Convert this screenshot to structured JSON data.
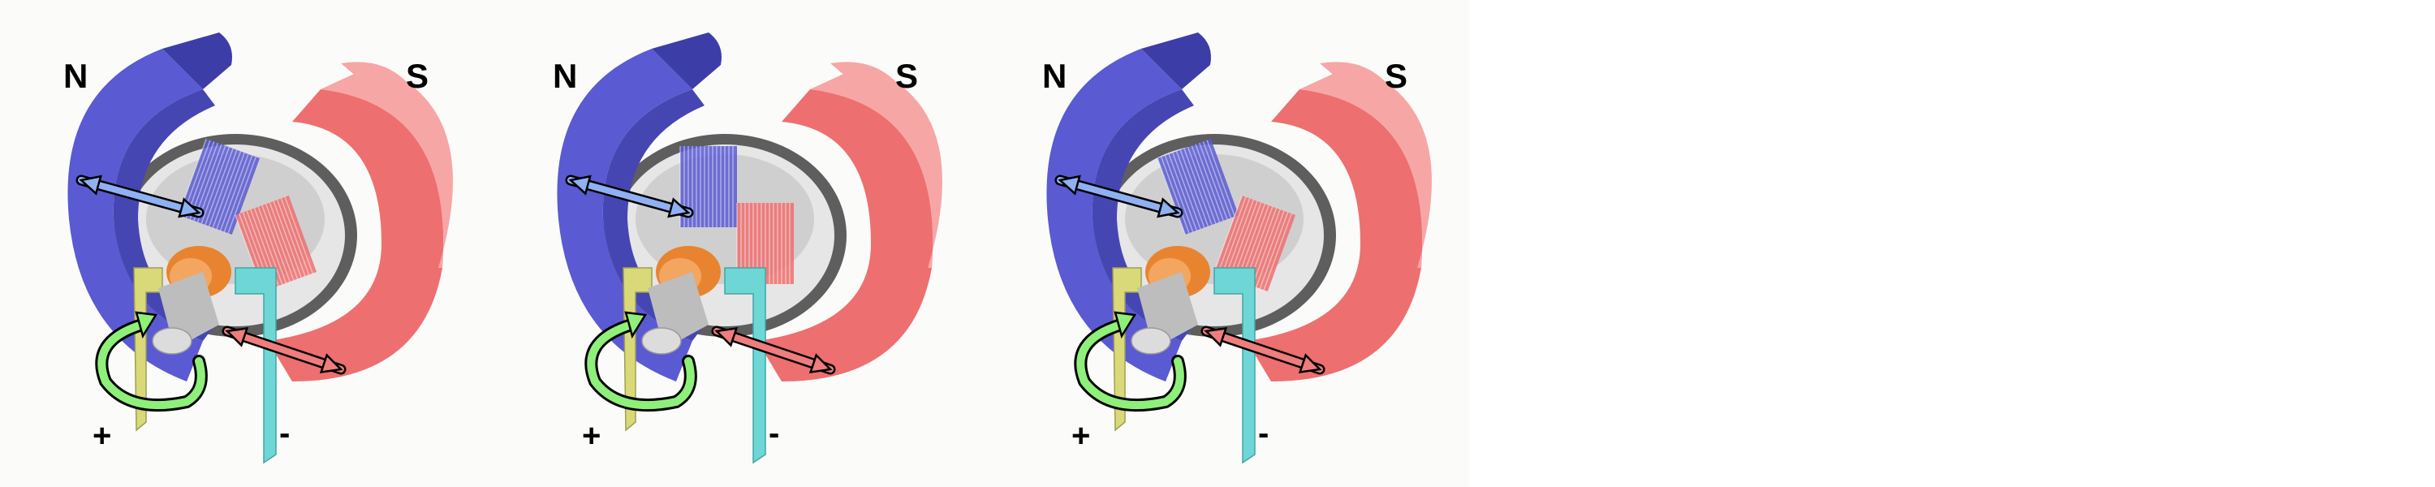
{
  "frames": [
    {
      "north_label": "N",
      "south_label": "S",
      "plus_label": "+",
      "minus_label": "-",
      "coil_angle_deg": 20
    },
    {
      "north_label": "N",
      "south_label": "S",
      "plus_label": "+",
      "minus_label": "-",
      "coil_angle_deg": 0
    },
    {
      "north_label": "N",
      "south_label": "S",
      "plus_label": "+",
      "minus_label": "-",
      "coil_angle_deg": -20
    }
  ],
  "colors": {
    "north_magnet": "#5a5ad2",
    "north_magnet_dark": "#3d3da8",
    "south_magnet": "#ee6f6f",
    "south_magnet_light": "#f7a6a6",
    "commutator": "#e8842f",
    "plus_brush": "#d9d97a",
    "minus_brush": "#6fd6d6",
    "arrow_blue": "#8fb0f2",
    "arrow_red": "#ef7d7d",
    "arrow_green": "#8ef07a",
    "armature_gray": "#cfcfcf"
  },
  "icons": {
    "field_arrow_north": "double-arrow-icon",
    "field_arrow_south": "double-arrow-icon",
    "rotation": "curved-arrow-icon"
  }
}
